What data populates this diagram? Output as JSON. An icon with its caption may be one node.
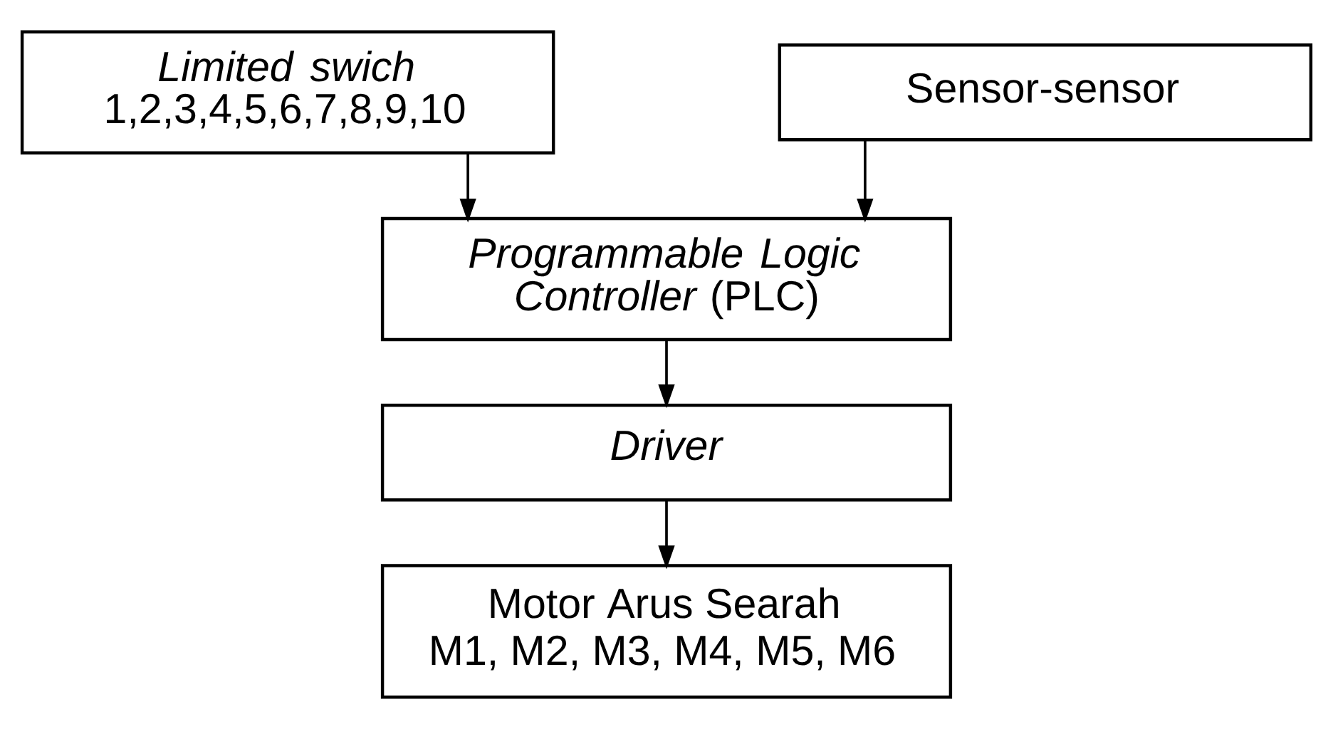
{
  "diagram": {
    "nodes": [
      {
        "text": [
          "*Limited swich*",
          "1,2,3,4,5,6,7,8,9,10"
        ]
      },
      {
        "text": [
          "Sensor-sensor"
        ]
      },
      {
        "text": [
          "*Programmable Logic Controller* (PLC)"
        ]
      },
      {
        "text": [
          "*Driver*"
        ]
      },
      {
        "text": [
          "Motor Arus Searah",
          "M1, M2, M3, M4, M5, M6"
        ]
      }
    ],
    "edges": [
      {
        "from": 0,
        "to": 2,
        "arrow": "to"
      },
      {
        "from": 1,
        "to": 2,
        "arrow": "to"
      },
      {
        "from": 2,
        "to": 3,
        "arrow": "to"
      },
      {
        "from": 3,
        "to": 4,
        "arrow": "to"
      }
    ]
  }
}
